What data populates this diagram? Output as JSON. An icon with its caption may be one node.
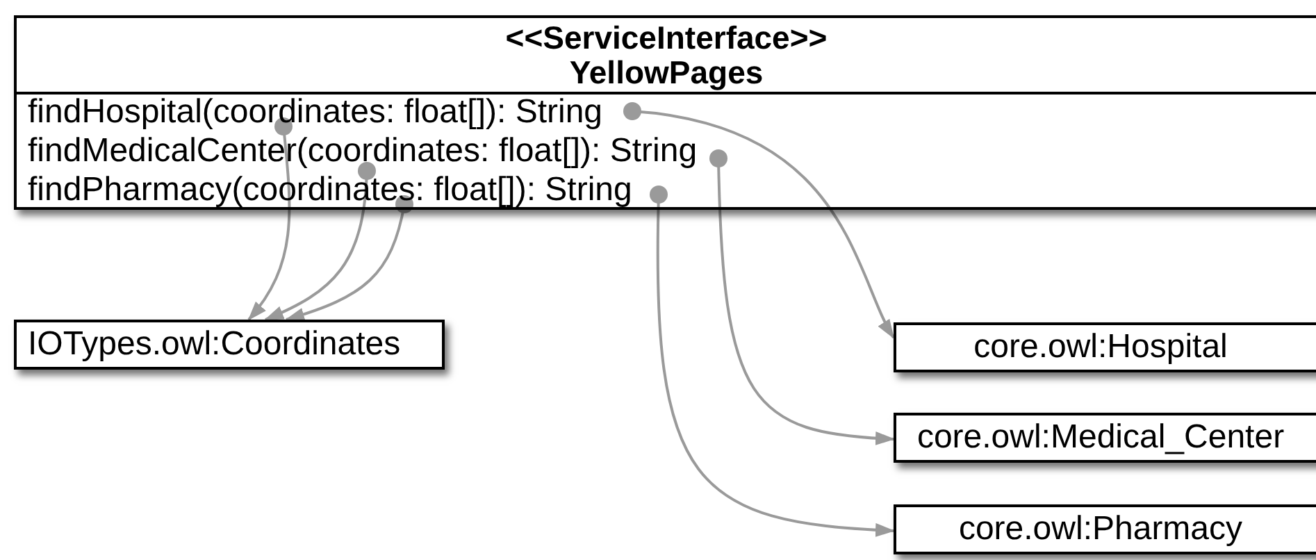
{
  "diagram": {
    "nodes": [
      {
        "text": [
          "<<ServiceInterface>>",
          "YellowPages"
        ]
      },
      {
        "text": [
          "findHospital(coordinates: float[]): String"
        ],
        "in": 0
      },
      {
        "text": [
          "findMedicalCenter(coordinates: float[]): String"
        ],
        "in": 0
      },
      {
        "text": [
          "findPharmacy(coordinates: float[]): String"
        ],
        "in": 0
      },
      {
        "text": [
          "IOTypes.owl:Coordinates"
        ]
      },
      {
        "text": [
          "core.owl:Hospital"
        ]
      },
      {
        "text": [
          "core.owl:Medical_Center"
        ]
      },
      {
        "text": [
          "core.owl:Pharmacy"
        ]
      }
    ],
    "edges": [
      {
        "from": 1,
        "to": 4,
        "arrow": "to"
      },
      {
        "from": 2,
        "to": 4,
        "arrow": "to"
      },
      {
        "from": 3,
        "to": 4,
        "arrow": "to"
      },
      {
        "from": 1,
        "to": 5,
        "arrow": "to"
      },
      {
        "from": 2,
        "to": 6,
        "arrow": "to"
      },
      {
        "from": 3,
        "to": 7,
        "arrow": "to"
      }
    ]
  }
}
